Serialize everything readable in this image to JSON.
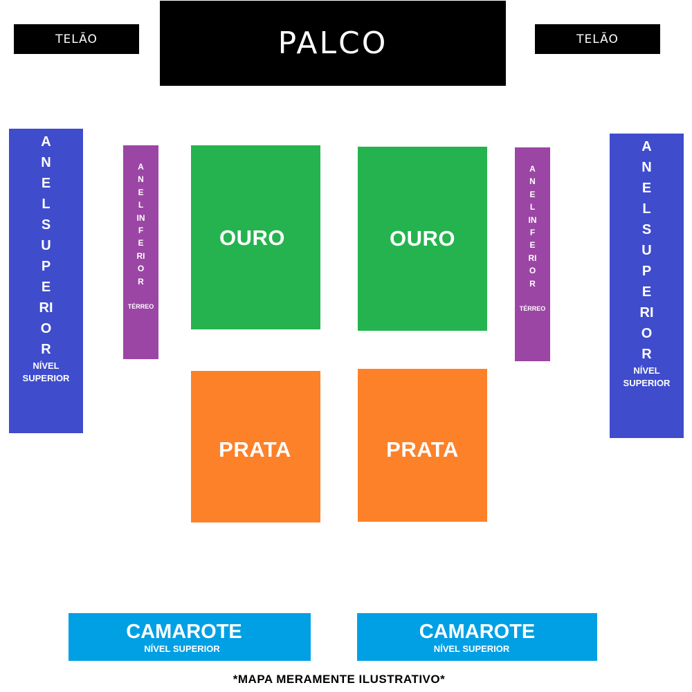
{
  "screens": {
    "left": "TELÃO",
    "right": "TELÃO"
  },
  "stage": "PALCO",
  "anel_superior": {
    "name": "ANEL SUPERIOR",
    "level": "NÍVEL SUPERIOR"
  },
  "anel_inferior": {
    "name": "ANEL INFERIOR",
    "level": "TÉRREO"
  },
  "zones": {
    "ouro": "OURO",
    "prata": "PRATA"
  },
  "camarote": {
    "name": "CAMAROTE",
    "level": "NÍVEL SUPERIOR"
  },
  "colors": {
    "anel_superior": "#3f4ccc",
    "anel_inferior": "#9b46a4",
    "ouro": "#25b34f",
    "prata": "#fd8129",
    "camarote": "#01a0e4",
    "stage": "#000000"
  },
  "footnote": "*MAPA MERAMENTE ILUSTRATIVO*"
}
